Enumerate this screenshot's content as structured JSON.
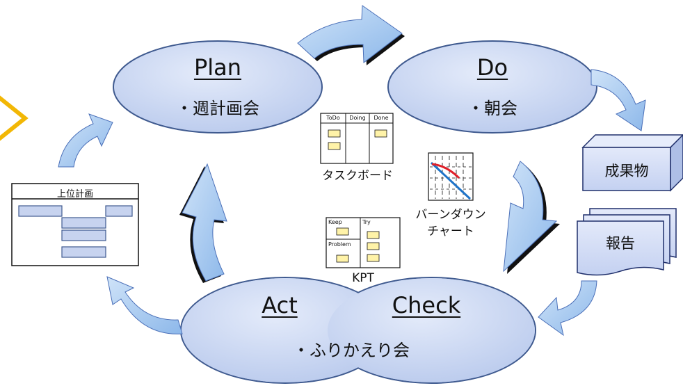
{
  "colors": {
    "ellipse_fill": "#c8d5f1",
    "ellipse_stroke": "#3f5a8f",
    "arrow_fill": "#9fc5f0",
    "arrow_stroke": "#4a6fb8",
    "box_fill": "#d7e0f7",
    "box_stroke": "#1f2f6b",
    "sticky": "#fff3a8",
    "burndown_actual": "#e0202a",
    "burndown_ideal": "#1e73c8",
    "chevron": "#f2b705"
  },
  "plan": {
    "title": "Plan",
    "item": "・週計画会"
  },
  "do": {
    "title": "Do",
    "item": "・朝会"
  },
  "act": {
    "title": "Act"
  },
  "check": {
    "title": "Check"
  },
  "act_check": {
    "item": "・ふりかえり会"
  },
  "task_board": {
    "columns": [
      "ToDo",
      "Doing",
      "Done"
    ],
    "label": "タスクボード"
  },
  "burndown": {
    "label_line1": "バーンダウン",
    "label_line2": "チャート"
  },
  "kpt": {
    "cells": [
      "Keep",
      "Try",
      "Problem"
    ],
    "label": "KPT"
  },
  "upper_plan": {
    "title": "上位計画"
  },
  "deliverable": {
    "label": "成果物"
  },
  "report": {
    "label": "報告"
  }
}
